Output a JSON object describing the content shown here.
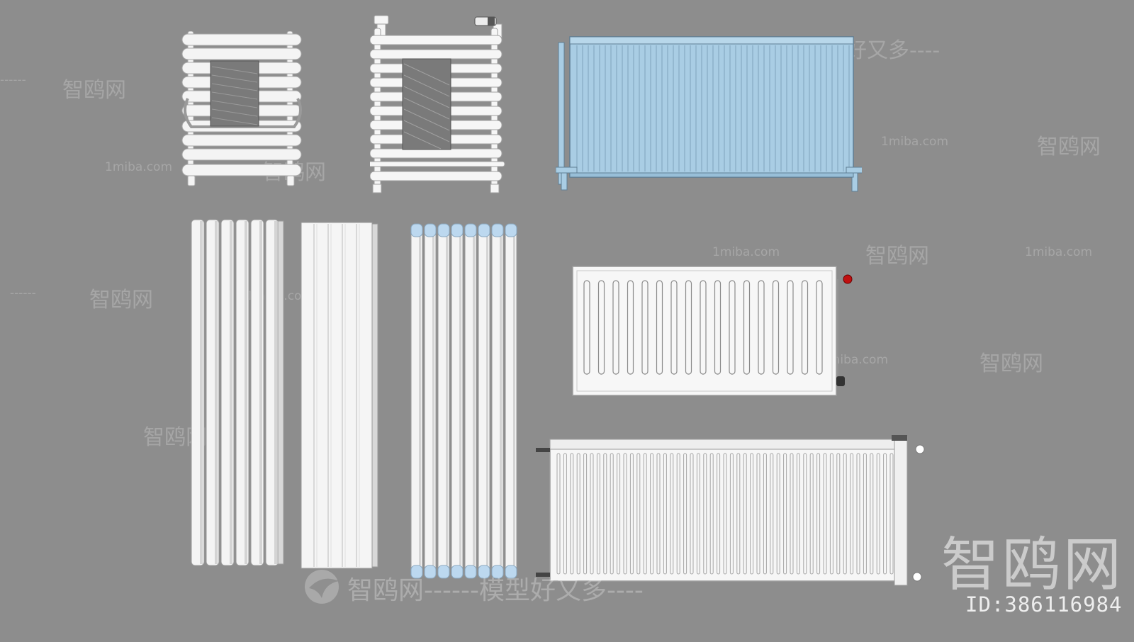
{
  "watermarks": {
    "brand": "智鸥网",
    "site": "1miba.com",
    "slogan": "智鸥网------模型好又多----",
    "dashes": "------",
    "top_right": "智鸥网------模型好又多----",
    "bottom_center": "智鸥网------模型好又多----",
    "corner_logo": "智鸥网",
    "id_label": "ID:386116984"
  },
  "colors": {
    "background": "#8d8d8d",
    "radiator_white": "#f4f4f4",
    "radiator_shadow": "#d4d4d4",
    "radiator_blue": "#a9cde4",
    "valve_red": "#c01010",
    "tube_cap_blue": "#bcd8ef"
  },
  "objects": [
    {
      "name": "towel radiator round bars"
    },
    {
      "name": "towel radiator with valves"
    },
    {
      "name": "blue panel radiator"
    },
    {
      "name": "vertical column radiator 6 tubes"
    },
    {
      "name": "vertical flat panel radiator"
    },
    {
      "name": "vertical tube radiator blue caps"
    },
    {
      "name": "panel radiator red valve"
    },
    {
      "name": "long panel radiator"
    }
  ]
}
